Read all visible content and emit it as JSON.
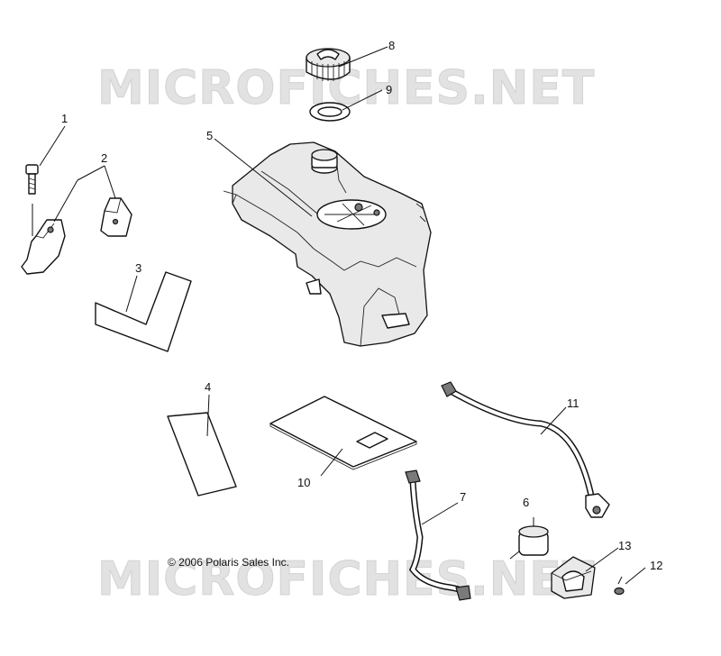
{
  "watermark": "MICROFICHES.NET",
  "copyright": "© 2006 Polaris Sales Inc.",
  "callouts": {
    "c1": "1",
    "c2": "2",
    "c3": "3",
    "c4": "4",
    "c5": "5",
    "c6": "6",
    "c7": "7",
    "c8": "8",
    "c9": "9",
    "c10": "10",
    "c11": "11",
    "c12": "12",
    "c13": "13"
  }
}
